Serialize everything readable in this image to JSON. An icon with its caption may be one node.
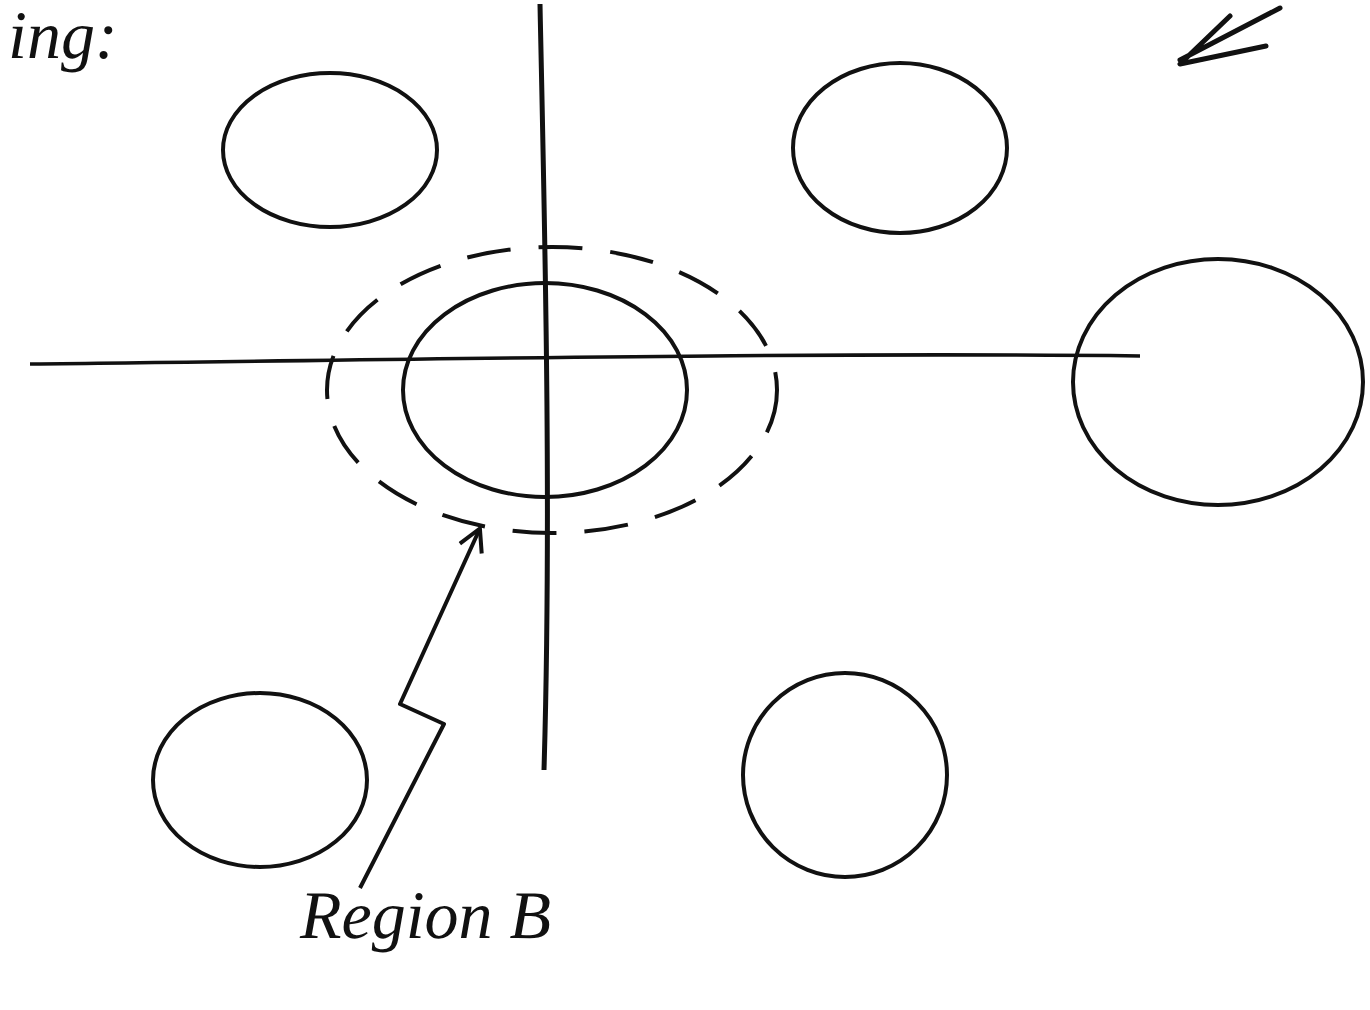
{
  "diagram": {
    "nodes": [
      {
        "text": [],
        "shape": "circle"
      },
      {
        "text": [],
        "shape": "circle"
      },
      {
        "text": [],
        "shape": "circle"
      },
      {
        "text": [],
        "shape": "circle",
        "in": 2
      },
      {
        "text": [],
        "shape": "circle"
      },
      {
        "text": [],
        "shape": "circle"
      },
      {
        "text": [],
        "shape": "circle"
      },
      {
        "text": [
          "Region B"
        ]
      }
    ],
    "edges": [
      {
        "from": 7,
        "to": 2,
        "arrow": "to"
      }
    ],
    "labels": [
      "ing:"
    ]
  }
}
